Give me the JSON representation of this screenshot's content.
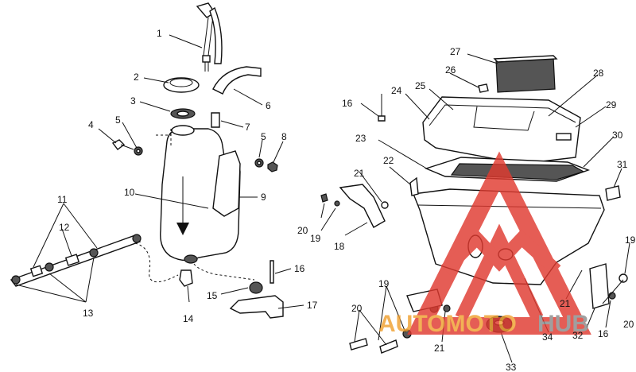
{
  "callouts": [
    {
      "id": "c1",
      "text": "1"
    },
    {
      "id": "c2",
      "text": "2"
    },
    {
      "id": "c3",
      "text": "3"
    },
    {
      "id": "c4",
      "text": "4"
    },
    {
      "id": "c5a",
      "text": "5"
    },
    {
      "id": "c5b",
      "text": "5"
    },
    {
      "id": "c6",
      "text": "6"
    },
    {
      "id": "c7",
      "text": "7"
    },
    {
      "id": "c8",
      "text": "8"
    },
    {
      "id": "c9",
      "text": "9"
    },
    {
      "id": "c10",
      "text": "10"
    },
    {
      "id": "c11",
      "text": "11"
    },
    {
      "id": "c12",
      "text": "12"
    },
    {
      "id": "c13",
      "text": "13"
    },
    {
      "id": "c14",
      "text": "14"
    },
    {
      "id": "c15",
      "text": "15"
    },
    {
      "id": "c16a",
      "text": "16"
    },
    {
      "id": "c16b",
      "text": "16"
    },
    {
      "id": "c16c",
      "text": "16"
    },
    {
      "id": "c17",
      "text": "17"
    },
    {
      "id": "c18",
      "text": "18"
    },
    {
      "id": "c19a",
      "text": "19"
    },
    {
      "id": "c19b",
      "text": "19"
    },
    {
      "id": "c19c",
      "text": "19"
    },
    {
      "id": "c20a",
      "text": "20"
    },
    {
      "id": "c20b",
      "text": "20"
    },
    {
      "id": "c20c",
      "text": "20"
    },
    {
      "id": "c21a",
      "text": "21"
    },
    {
      "id": "c21b",
      "text": "21"
    },
    {
      "id": "c21c",
      "text": "21"
    },
    {
      "id": "c22",
      "text": "22"
    },
    {
      "id": "c23",
      "text": "23"
    },
    {
      "id": "c24",
      "text": "24"
    },
    {
      "id": "c25",
      "text": "25"
    },
    {
      "id": "c26",
      "text": "26"
    },
    {
      "id": "c27",
      "text": "27"
    },
    {
      "id": "c28",
      "text": "28"
    },
    {
      "id": "c29",
      "text": "29"
    },
    {
      "id": "c30",
      "text": "30"
    },
    {
      "id": "c31",
      "text": "31"
    },
    {
      "id": "c32",
      "text": "32"
    },
    {
      "id": "c33",
      "text": "33"
    },
    {
      "id": "c34",
      "text": "34"
    }
  ],
  "watermark": {
    "part1": "AUTOMOTO",
    "part2": "HUB",
    "color_red": "#e03a30",
    "color_orange": "#f0a030",
    "color_gray": "#8a8a8a"
  }
}
